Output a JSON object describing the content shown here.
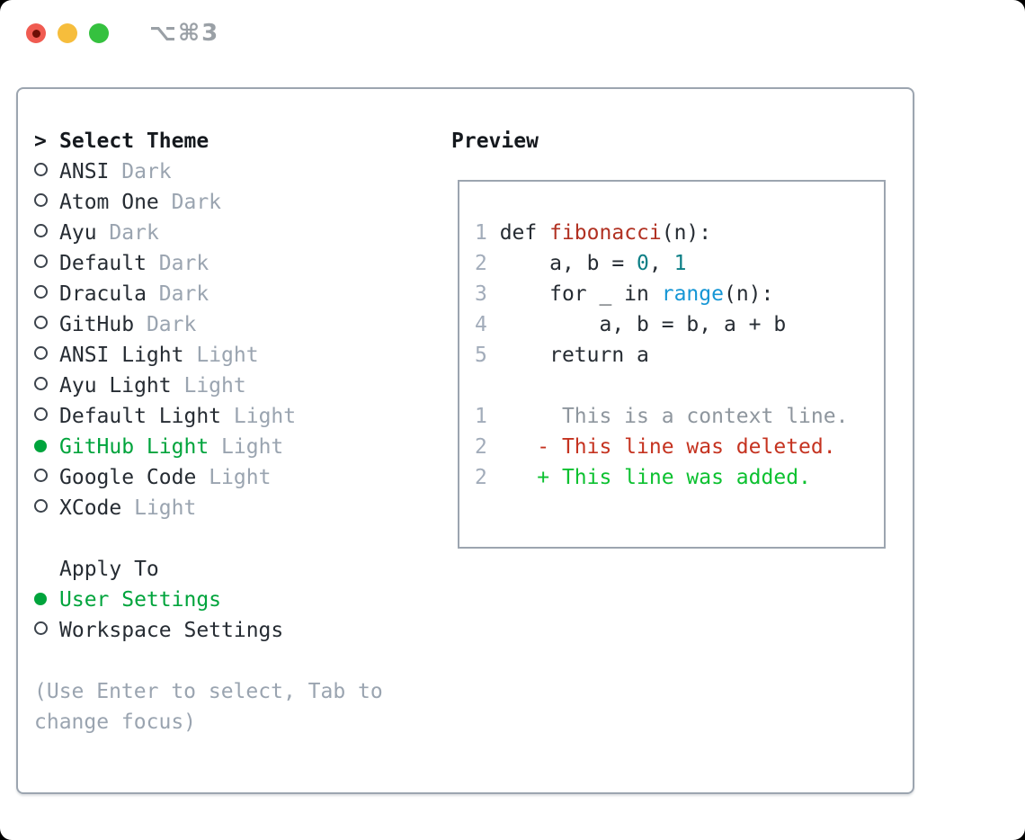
{
  "window": {
    "title": "⌥⌘3",
    "traffic_lights": [
      {
        "name": "close-light-icon",
        "color": "#f05b51",
        "dot_color": "#6e0f05"
      },
      {
        "name": "minimize-light-icon",
        "color": "#f6bd3c"
      },
      {
        "name": "zoom-light-icon",
        "color": "#35c13f"
      }
    ]
  },
  "colors": {
    "panel_border": "#9ca5b0",
    "text": "#262c33",
    "muted": "#9aa4b0",
    "selected_green": "#00a43c",
    "diff_added_green": "#0cc130",
    "diff_deleted_red": "#c53320",
    "function_red": "#b13122",
    "literal_teal": "#0b7e85",
    "call_blue": "#1596d5",
    "line_number_gray": "#a2acba",
    "context_gray": "#8e969e"
  },
  "left_panel": {
    "header_prefix": ">",
    "header": "Select Theme",
    "themes": [
      {
        "name": "ANSI",
        "variant": "Dark",
        "selected": false
      },
      {
        "name": "Atom One",
        "variant": "Dark",
        "selected": false
      },
      {
        "name": "Ayu",
        "variant": "Dark",
        "selected": false
      },
      {
        "name": "Default",
        "variant": "Dark",
        "selected": false
      },
      {
        "name": "Dracula",
        "variant": "Dark",
        "selected": false
      },
      {
        "name": "GitHub",
        "variant": "Dark",
        "selected": false
      },
      {
        "name": "ANSI Light",
        "variant": "Light",
        "selected": false
      },
      {
        "name": "Ayu Light",
        "variant": "Light",
        "selected": false
      },
      {
        "name": "Default Light",
        "variant": "Light",
        "selected": false
      },
      {
        "name": "GitHub Light",
        "variant": "Light",
        "selected": true
      },
      {
        "name": "Google Code",
        "variant": "Light",
        "selected": false
      },
      {
        "name": "XCode",
        "variant": "Light",
        "selected": false
      }
    ],
    "apply_to": {
      "header": "Apply To",
      "options": [
        {
          "label": "User Settings",
          "selected": true
        },
        {
          "label": "Workspace Settings",
          "selected": false
        }
      ]
    },
    "hint_lines": [
      "(Use Enter to select, Tab to",
      "change focus)"
    ]
  },
  "preview": {
    "header": "Preview",
    "code_lines": [
      {
        "segs": [
          [
            "ln",
            "1"
          ],
          [
            "fg",
            " def "
          ],
          [
            "func",
            "fibonacci"
          ],
          [
            "fg",
            "(n):"
          ]
        ]
      },
      {
        "segs": [
          [
            "ln",
            "2"
          ],
          [
            "fg",
            "     a, b = "
          ],
          [
            "lit",
            "0"
          ],
          [
            "fg",
            ", "
          ],
          [
            "lit",
            "1"
          ]
        ]
      },
      {
        "segs": [
          [
            "ln",
            "3"
          ],
          [
            "fg",
            "     for _ in "
          ],
          [
            "call",
            "range"
          ],
          [
            "fg",
            "(n):"
          ]
        ]
      },
      {
        "segs": [
          [
            "ln",
            "4"
          ],
          [
            "fg",
            "         a, b = b, a + b"
          ]
        ]
      },
      {
        "segs": [
          [
            "ln",
            "5"
          ],
          [
            "fg",
            "     return a"
          ]
        ]
      }
    ],
    "diff_lines": [
      {
        "segs": [
          [
            "ln",
            "1"
          ],
          [
            "ctx",
            "      This is a context line."
          ]
        ]
      },
      {
        "segs": [
          [
            "ln",
            "2"
          ],
          [
            "fg",
            "    "
          ],
          [
            "del",
            "- This line was deleted."
          ]
        ]
      },
      {
        "segs": [
          [
            "ln",
            "2"
          ],
          [
            "fg",
            "    "
          ],
          [
            "add",
            "+ This line was added."
          ]
        ]
      }
    ]
  }
}
